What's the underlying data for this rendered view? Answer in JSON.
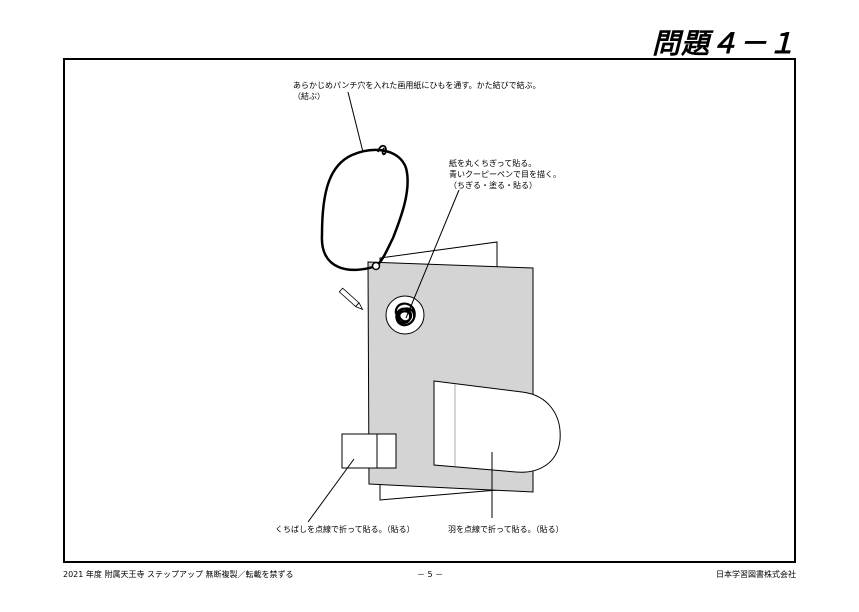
{
  "page": {
    "title": "問題４－１"
  },
  "annotations": {
    "string": {
      "line1": "あらかじめパンチ穴を入れた画用紙にひもを通す。かた結びで結ぶ。",
      "line2": "（結ぶ）"
    },
    "eye": {
      "line1": "紙を丸くちぎって貼る。",
      "line2": "青いクーピーペンで目を描く。",
      "line3": "（ちぎる・塗る・貼る）"
    },
    "beak": "くちばしを点線で折って貼る。（貼る）",
    "wing": "羽を点線で折って貼る。（貼る）"
  },
  "footer": {
    "left": "2021 年度  附属天王寺  ステップアップ  無断複製／転載を禁ずる",
    "center": "－ 5 －",
    "right": "日本学習図書株式会社"
  },
  "colors": {
    "paper": "#d4d4d4",
    "line": "#000000",
    "background": "#ffffff"
  }
}
